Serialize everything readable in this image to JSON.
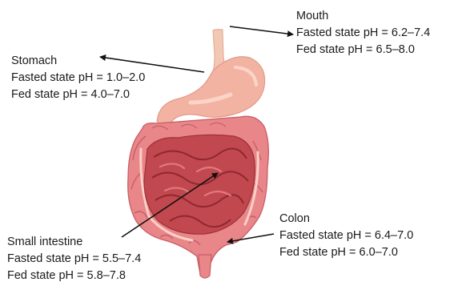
{
  "regions": {
    "mouth": {
      "name": "Mouth",
      "fasted": "Fasted state pH = 6.2–7.4",
      "fed": "Fed state pH = 6.5–8.0"
    },
    "stomach": {
      "name": "Stomach",
      "fasted": "Fasted state pH = 1.0–2.0",
      "fed": "Fed state pH = 4.0–7.0"
    },
    "colon": {
      "name": "Colon",
      "fasted": "Fasted state pH = 6.4–7.0",
      "fed": "Fed state pH = 6.0–7.0"
    },
    "small_intestine": {
      "name": "Small intestine",
      "fasted": "Fasted state pH = 5.5–7.4",
      "fed": "Fed state pH = 5.8–7.8"
    }
  },
  "colors": {
    "colon_fill": "#e8868a",
    "colon_dark": "#c95d66",
    "small_intestine": "#c1484f",
    "stomach": "#f3b3a3",
    "esophagus": "#f2c7b3",
    "arrow": "#111111"
  }
}
